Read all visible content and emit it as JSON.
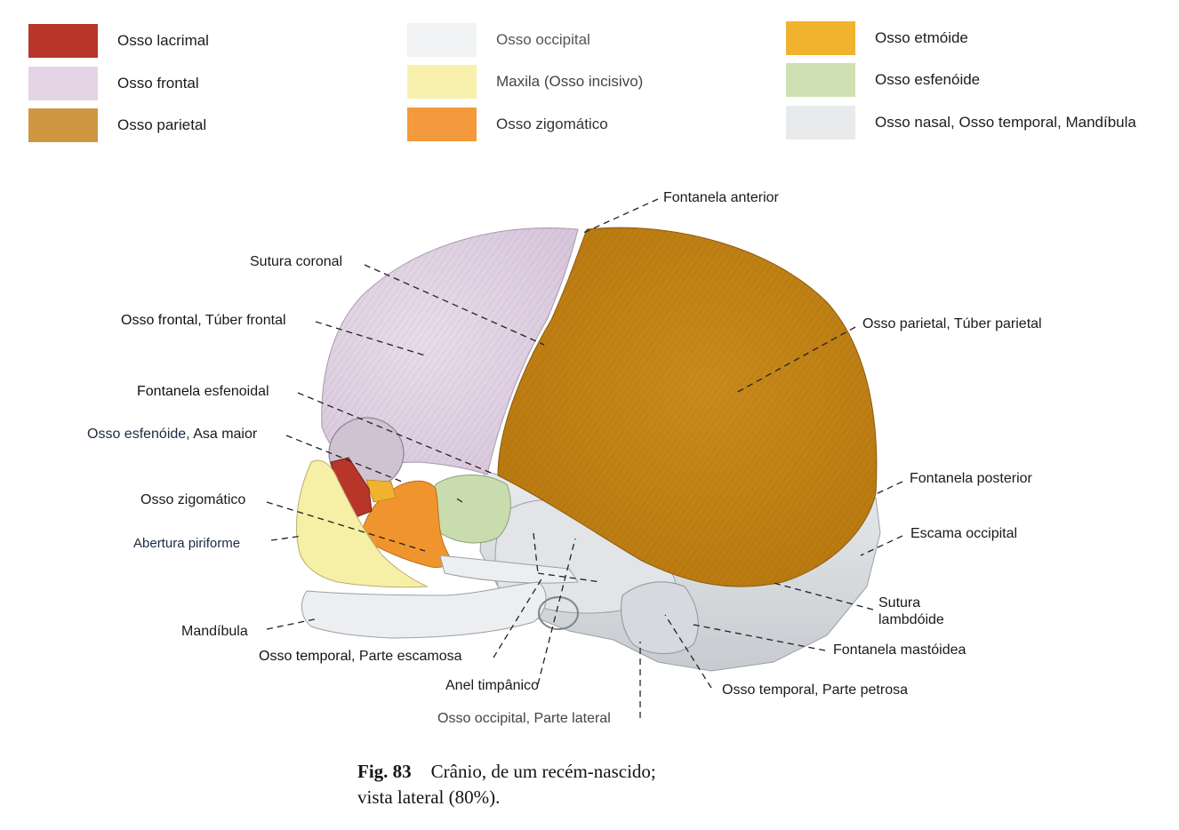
{
  "legend": {
    "items": [
      {
        "label": "Osso lacrimal",
        "color": "#b8352a"
      },
      {
        "label": "Osso frontal",
        "color": "#e4d4e6"
      },
      {
        "label": "Osso parietal",
        "color": "#cf9742"
      },
      {
        "label": "Osso occipital",
        "color": "#f1f3f4"
      },
      {
        "label": "Maxila (Osso incisivo)",
        "color": "#f7f1ad"
      },
      {
        "label": "Osso zigomático",
        "color": "#f29a3c"
      },
      {
        "label": "Osso etmóide",
        "color": "#f1b22e"
      },
      {
        "label": "Osso esfenóide",
        "color": "#cfe0b3"
      },
      {
        "label": "Osso nasal, Osso temporal, Mandíbula",
        "color": "#e9eaec"
      }
    ]
  },
  "labels": {
    "fontanela_anterior": "Fontanela anterior",
    "sutura_coronal": "Sutura coronal",
    "osso_frontal": {
      "bold": "Osso frontal,",
      "rest": " Túber frontal"
    },
    "osso_parietal": "Osso parietal, Túber parietal",
    "fontanela_esfenoidal": {
      "bold": "Fontanela",
      "rest": " esfenoidal"
    },
    "osso_esfenoide": {
      "bold": "Osso esfenóide,",
      "rest": " Asa maior"
    },
    "osso_zigomatico": "Osso zigomático",
    "abertura_piriforme": "Abertura piriforme",
    "mandibula": "Mandíbula",
    "osso_temporal_escamosa": {
      "bold": "Osso temporal,",
      "rest": " Parte escamosa"
    },
    "anel_timpanico": "Anel timpânico",
    "osso_occipital_lateral": "Osso occipital, Parte lateral",
    "fontanela_posterior": "Fontanela posterior",
    "escama_occipital": "Escama occipital",
    "sutura_lambdoide": "Sutura\nlambdóide",
    "fontanela_mastoidea": "Fontanela mastóidea",
    "osso_temporal_petrosa": "Osso temporal, Parte petrosa"
  },
  "caption": {
    "fig": "Fig. 83",
    "line1": "Crânio, de um recém-nascido;",
    "line2": "vista lateral (80%)."
  }
}
